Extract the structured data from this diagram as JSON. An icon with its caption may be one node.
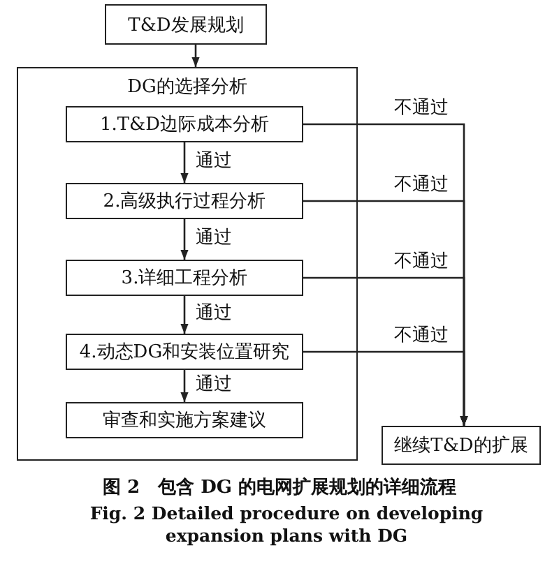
{
  "diagram": {
    "caption": "图 2　包含 DG 的电网扩展规划的详细流程",
    "nodes": [
      {
        "text": [
          "T&D发展规划"
        ]
      },
      {
        "text": [
          "DG的选择分析"
        ]
      },
      {
        "text": [
          "1.T&D边际成本分析"
        ],
        "in": 1
      },
      {
        "text": [
          "2.高级执行过程分析"
        ],
        "in": 1
      },
      {
        "text": [
          "3.详细工程分析"
        ],
        "in": 1
      },
      {
        "text": [
          "4.动态DG和安装位置研究"
        ],
        "in": 1
      },
      {
        "text": [
          "审查和实施方案建议"
        ],
        "in": 1
      },
      {
        "text": [
          "继续T&D的扩展"
        ]
      }
    ],
    "edges": [
      {
        "from": 0,
        "to": 1,
        "arrow": "to"
      },
      {
        "from": 2,
        "to": 3,
        "arrow": "to",
        "label": "通过"
      },
      {
        "from": 3,
        "to": 4,
        "arrow": "to",
        "label": "通过"
      },
      {
        "from": 4,
        "to": 5,
        "arrow": "to",
        "label": "通过"
      },
      {
        "from": 5,
        "to": 6,
        "arrow": "to",
        "label": "通过"
      },
      {
        "from": 2,
        "to": 7,
        "arrow": "to",
        "label": "不通过"
      },
      {
        "from": 3,
        "to": 7,
        "arrow": "to",
        "label": "不通过"
      },
      {
        "from": 4,
        "to": 7,
        "arrow": "to",
        "label": "不通过"
      },
      {
        "from": 5,
        "to": 7,
        "arrow": "to",
        "label": "不通过"
      }
    ],
    "labels": [
      "Fig. 2  Detailed procedure on developing expansion plans with DG"
    ]
  }
}
